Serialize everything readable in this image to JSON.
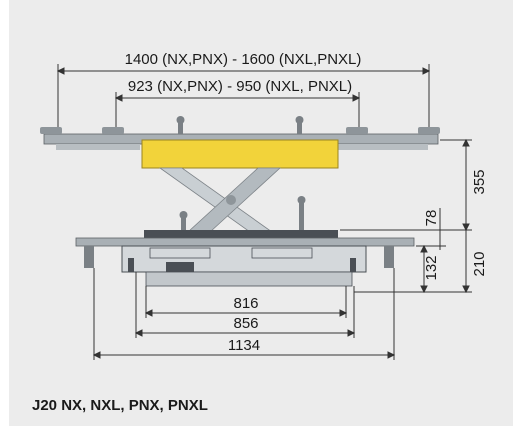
{
  "dimensions": {
    "top_width": "1400 (NX,PNX) - 1600 (NXL,PNXL)",
    "inner_width": "923 (NX,PNX) - 950 (NXL, PNXL)",
    "height_lift": "355",
    "height_78": "78",
    "height_210": "210",
    "height_132": "132",
    "base_816": "816",
    "base_856": "856",
    "base_1134": "1134"
  },
  "caption": "J20 NX, NXL, PNX, PNXL",
  "colors": {
    "background": "#ececec",
    "jack_yellow": "#f2d33a",
    "steel": "#a9b0b5",
    "dark_steel": "#4a4f55",
    "line": "#333333"
  }
}
